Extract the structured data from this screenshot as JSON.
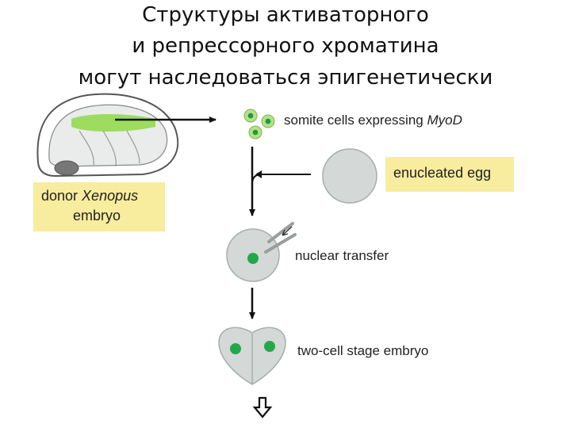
{
  "title": {
    "line1": "Структуры активаторного",
    "line2": "и репрессорного хроматина",
    "line3": "могут наследоваться эпигенетически"
  },
  "labels": {
    "somite_prefix": "somite cells expressing ",
    "somite_gene": "MyoD",
    "enucleated_egg": "enucleated egg",
    "nuclear_transfer": "nuclear transfer",
    "two_cell": "two-cell stage embryo",
    "donor_prefix": "donor ",
    "donor_species": "Xenopus",
    "donor_suffix": "embryo"
  },
  "colors": {
    "label_box": "#f8ec9e",
    "nucleus_green": "#22a84a",
    "cell_gray": "#d4d8d6",
    "somite_green": "#9ddc5f"
  },
  "icons": {
    "next_step": "down-arrow-outline-icon"
  }
}
